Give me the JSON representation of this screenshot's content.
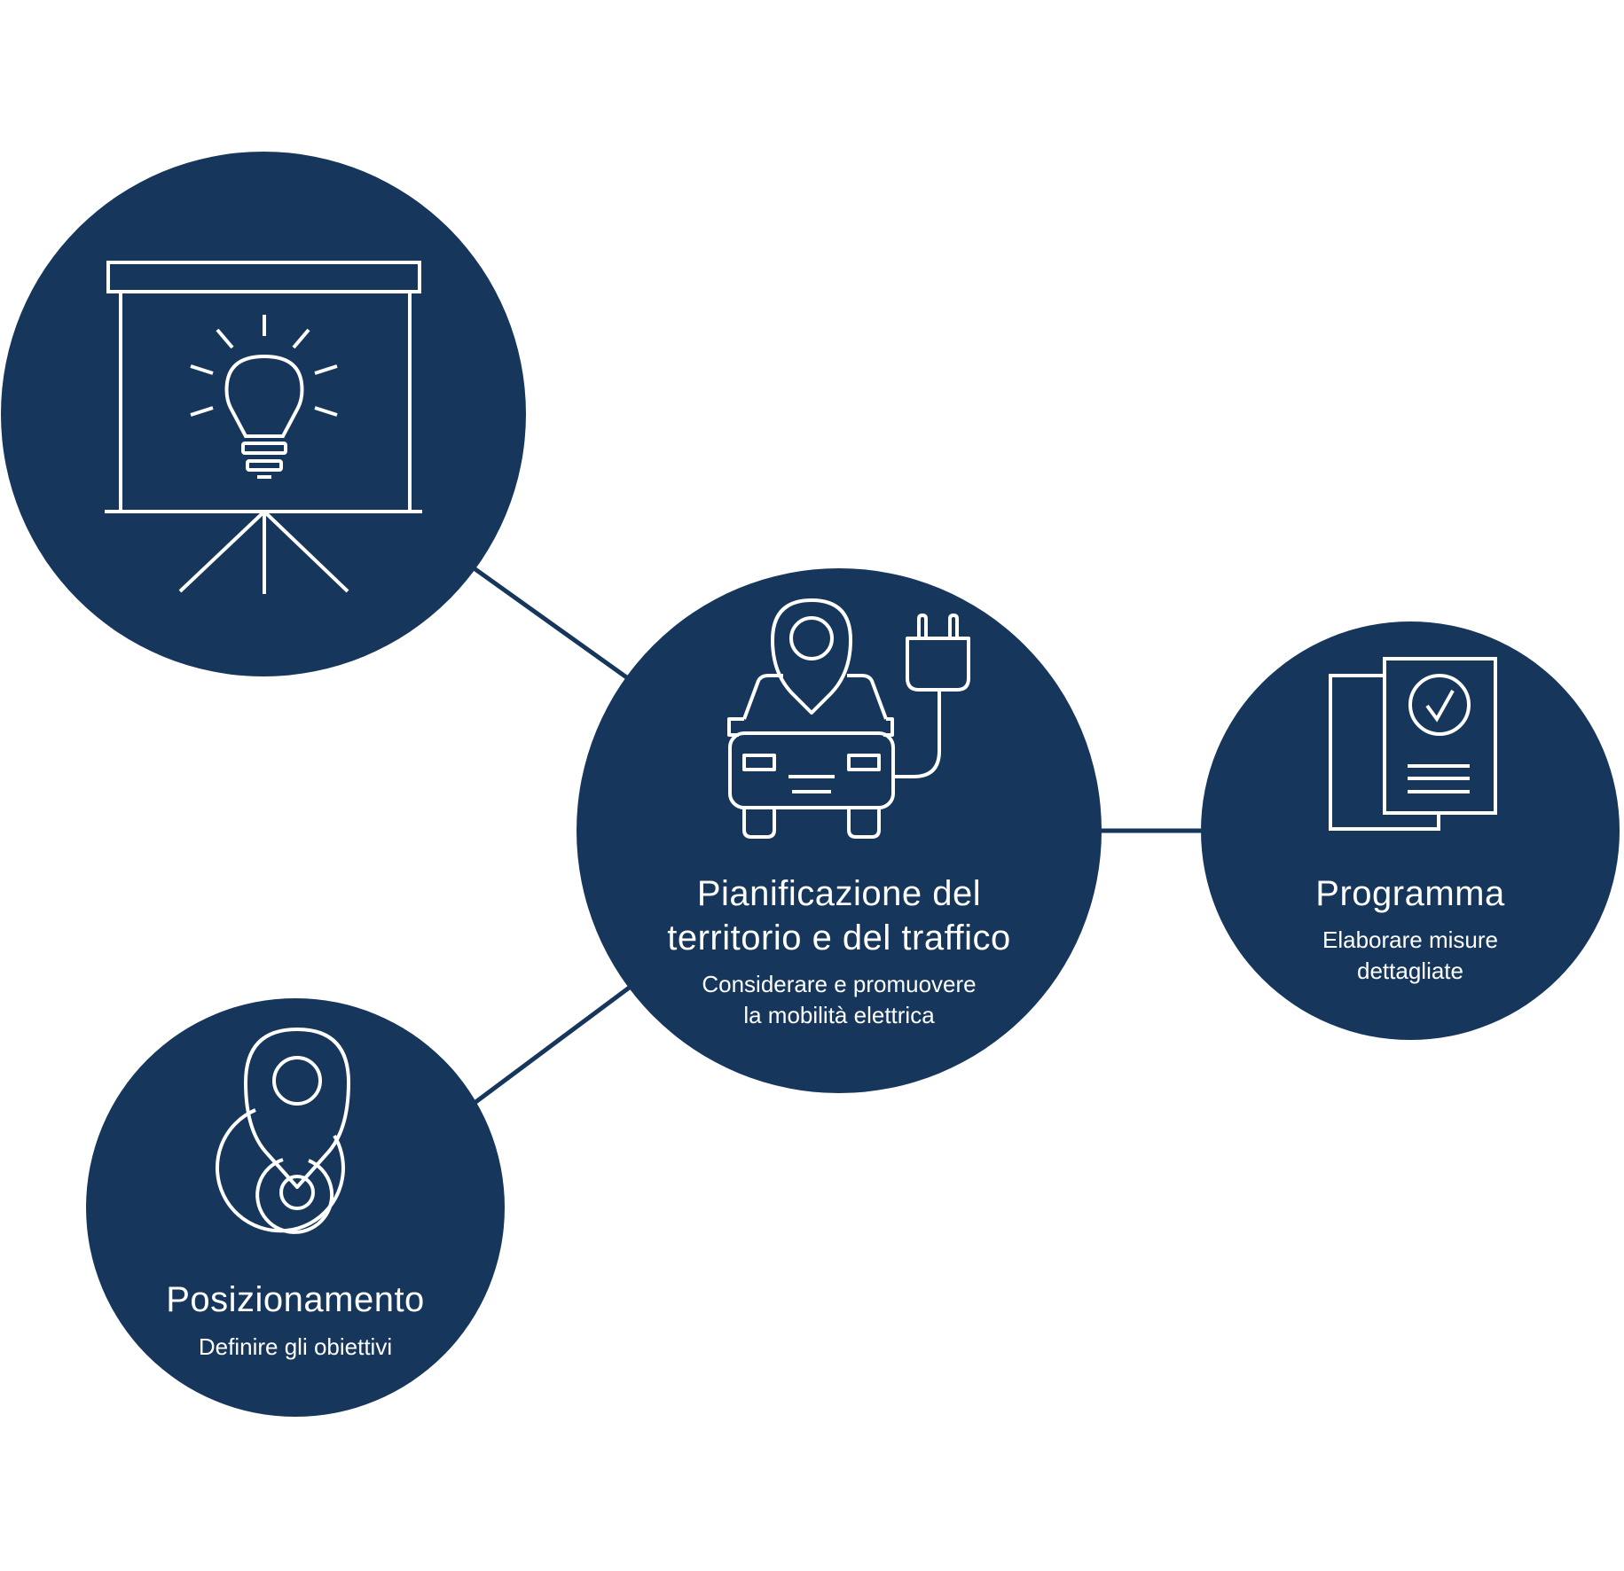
{
  "colors": {
    "node_fill": "#16365b",
    "connector": "#16365b",
    "icon_stroke": "#ffffff",
    "text": "#ffffff",
    "background": "#ffffff"
  },
  "nodes": {
    "idea": {
      "icon": "presentation-lightbulb-icon",
      "title": "",
      "subtitle": ""
    },
    "center": {
      "icon": "electric-car-location-plug-icon",
      "title_line1": "Pianificazione del",
      "title_line2": "territorio e del traffico",
      "subtitle_line1": "Considerare e promuovere",
      "subtitle_line2": "la mobilità elettrica"
    },
    "program": {
      "icon": "documents-checkmark-icon",
      "title": "Programma",
      "subtitle_line1": "Elaborare misure",
      "subtitle_line2": "dettagliate"
    },
    "positioning": {
      "icon": "location-target-icon",
      "title": "Posizionamento",
      "subtitle": "Definire gli obiettivi"
    }
  }
}
